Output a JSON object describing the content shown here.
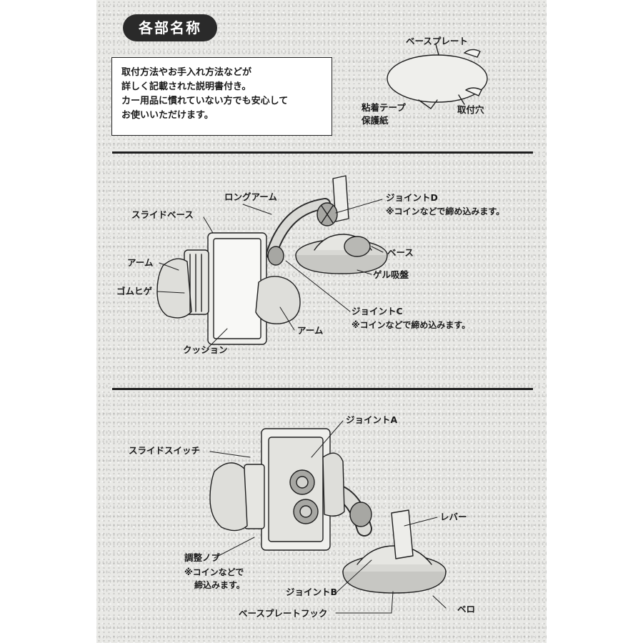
{
  "title": "各部名称",
  "note_text": "取付方法やお手入れ方法などが\n詳しく記載された説明書付き。\nカー用品に慣れていない方でも安心して\nお使いいただけます。",
  "diagram1": {
    "base_plate": "ベースプレート",
    "adhesive_tape": "粘着テープ",
    "protective_paper": "保護紙",
    "mount_hole": "取付穴"
  },
  "diagram2": {
    "long_arm": "ロングアーム",
    "joint_d": "ジョイントD",
    "joint_d_note": "※コインなどで締め込みます。",
    "slide_base": "スライドベース",
    "base": "ベース",
    "gel_suction": "ゲル吸盤",
    "arm_left": "アーム",
    "rubber_whisker": "ゴムヒゲ",
    "joint_c": "ジョイントC",
    "joint_c_note": "※コインなどで締め込みます。",
    "arm_right": "アーム",
    "cushion": "クッション"
  },
  "diagram3": {
    "joint_a": "ジョイントA",
    "slide_switch": "スライドスイッチ",
    "lever": "レバー",
    "adjust_knob": "調整ノブ",
    "adjust_knob_note1": "※コインなどで",
    "adjust_knob_note2": "締込みます。",
    "joint_b": "ジョイントB",
    "tab": "ベロ",
    "base_plate_hook": "ベースプレートフック"
  }
}
